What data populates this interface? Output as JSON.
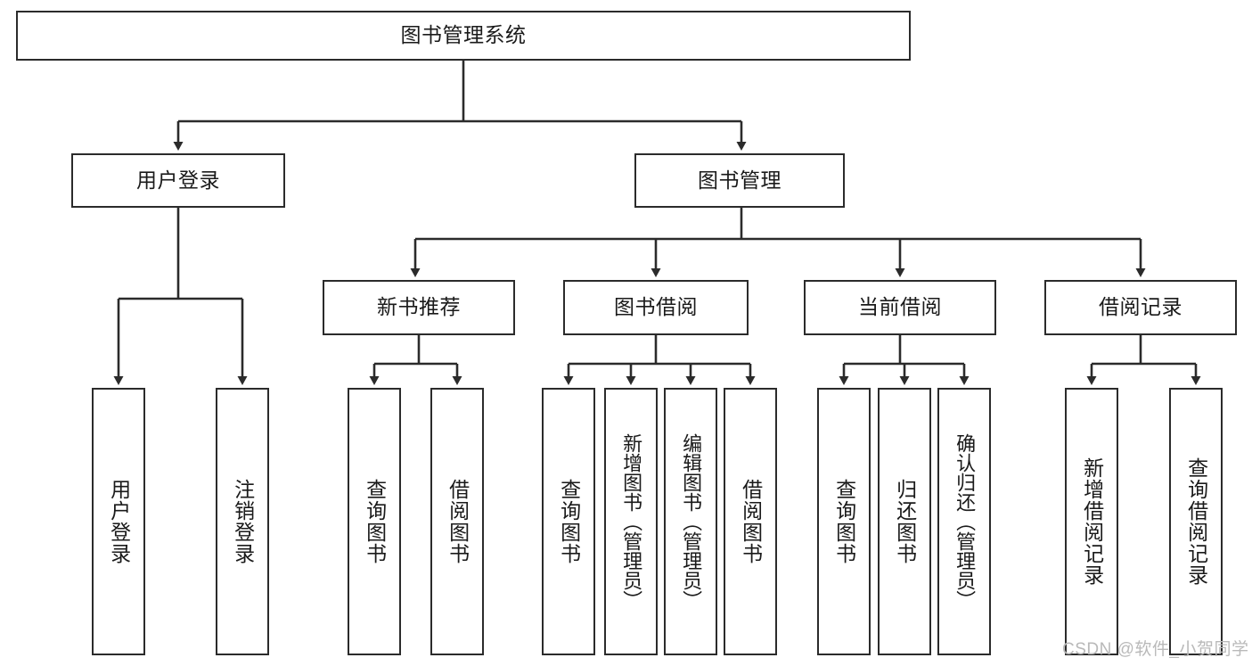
{
  "diagram": {
    "title": "图书管理系统",
    "type": "hierarchy-tree",
    "colors": {
      "stroke": "#2b2b2b",
      "fill": "#ffffff",
      "text": "#1a1a1a",
      "watermark": "#b9b9b9"
    },
    "levels": {
      "root": {
        "label": "图书管理系统"
      },
      "level2": [
        {
          "id": "user-login",
          "label": "用户登录"
        },
        {
          "id": "book-manage",
          "label": "图书管理"
        }
      ],
      "level3": [
        {
          "id": "new-book-recommend",
          "label": "新书推荐"
        },
        {
          "id": "book-borrow",
          "label": "图书借阅"
        },
        {
          "id": "current-borrow",
          "label": "当前借阅"
        },
        {
          "id": "borrow-record",
          "label": "借阅记录"
        }
      ],
      "leaves": [
        {
          "id": "leaf-user-login",
          "label": "用户登录",
          "parent": "user-login"
        },
        {
          "id": "leaf-logout-login",
          "label": "注销登录",
          "parent": "user-login"
        },
        {
          "id": "leaf-query-book-1",
          "label": "查询图书",
          "parent": "new-book-recommend"
        },
        {
          "id": "leaf-borrow-book-1",
          "label": "借阅图书",
          "parent": "new-book-recommend"
        },
        {
          "id": "leaf-query-book-2",
          "label": "查询图书",
          "parent": "book-borrow"
        },
        {
          "id": "leaf-add-book",
          "label": "新增图书（管理员）",
          "parent": "book-borrow"
        },
        {
          "id": "leaf-edit-book",
          "label": "编辑图书（管理员）",
          "parent": "book-borrow"
        },
        {
          "id": "leaf-borrow-book-2",
          "label": "借阅图书",
          "parent": "book-borrow"
        },
        {
          "id": "leaf-query-book-3",
          "label": "查询图书",
          "parent": "current-borrow"
        },
        {
          "id": "leaf-return-book",
          "label": "归还图书",
          "parent": "current-borrow"
        },
        {
          "id": "leaf-confirm-return",
          "label": "确认归还（管理员）",
          "parent": "current-borrow"
        },
        {
          "id": "leaf-add-record",
          "label": "新增借阅记录",
          "parent": "borrow-record"
        },
        {
          "id": "leaf-query-record",
          "label": "查询借阅记录",
          "parent": "borrow-record"
        }
      ]
    },
    "watermark": "CSDN @软件_小贺同学"
  }
}
